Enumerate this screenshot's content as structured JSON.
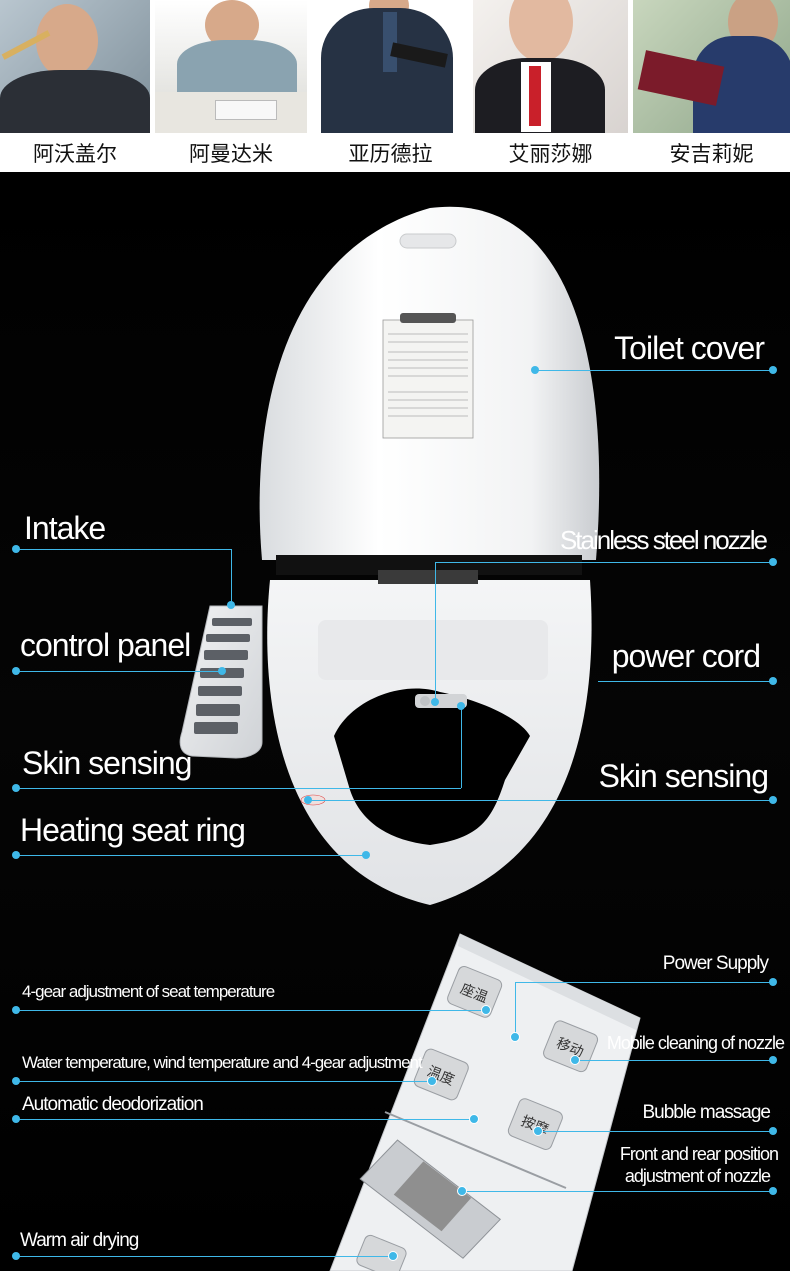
{
  "people": [
    {
      "name": "阿沃盖尔"
    },
    {
      "name": "阿曼达米"
    },
    {
      "name": "亚历德拉"
    },
    {
      "name": "艾丽莎娜"
    },
    {
      "name": "安吉莉妮"
    }
  ],
  "labels": {
    "toilet_cover": "Toilet cover",
    "intake": "Intake",
    "stainless_nozzle": "Stainless steel nozzle",
    "control_panel": "control panel",
    "power_cord": "power cord",
    "skin_sensing_left": "Skin sensing",
    "skin_sensing_right": "Skin sensing",
    "heating_seat_ring": "Heating seat ring"
  },
  "panel_labels": {
    "power_supply": "Power Supply",
    "seat_temp": "4-gear adjustment of seat temperature",
    "mobile_cleaning": "Mobile cleaning of nozzle",
    "water_temp": "Water temperature, wind temperature and 4-gear adjustment",
    "deodorization": "Automatic deodorization",
    "bubble_massage": "Bubble massage",
    "front_rear_1": "Front and rear position",
    "front_rear_2": "adjustment of nozzle",
    "warm_air": "Warm air drying"
  },
  "colors": {
    "accent": "#3fb8e8",
    "background": "#000000"
  }
}
